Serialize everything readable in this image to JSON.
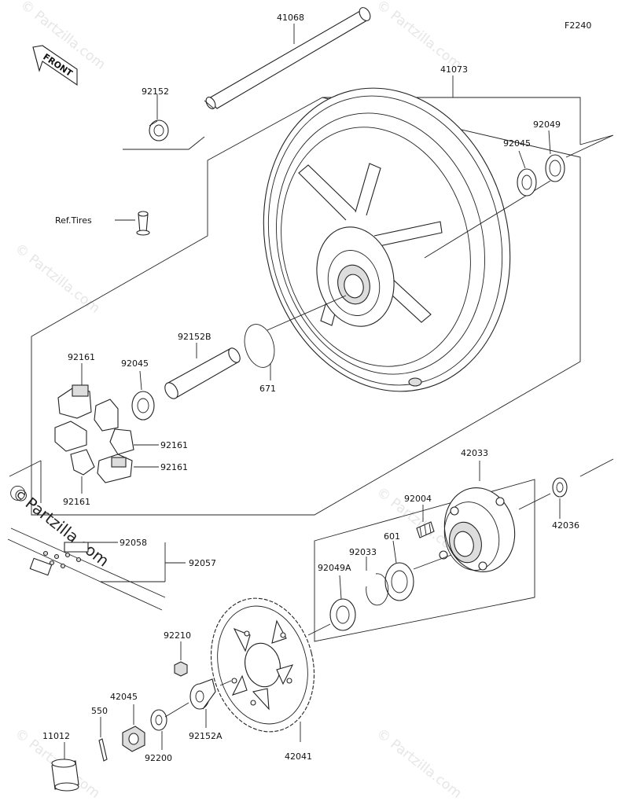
{
  "diagram_code": "F2240",
  "front_label": "FRONT",
  "watermark": "© Partzilla.com",
  "watermark_symbol": "©",
  "watermark_text": "Partzilla.com",
  "parts": {
    "p41068": "41068",
    "p41073": "41073",
    "p92152": "92152",
    "p92049": "92049",
    "p92045_top": "92045",
    "p_reftires": "Ref.Tires",
    "p92152B": "92152B",
    "p92161_a": "92161",
    "p92045_mid": "92045",
    "p671": "671",
    "p92161_b": "92161",
    "p92161_c": "92161",
    "p92161_d": "92161",
    "p42033": "42033",
    "p92004": "92004",
    "p42036": "42036",
    "p601": "601",
    "p92033": "92033",
    "p92058": "92058",
    "p92057": "92057",
    "p92049A": "92049A",
    "p92210": "92210",
    "p42045": "42045",
    "p550": "550",
    "p11012": "11012",
    "p92200": "92200",
    "p92152A": "92152A",
    "p42041": "42041"
  }
}
